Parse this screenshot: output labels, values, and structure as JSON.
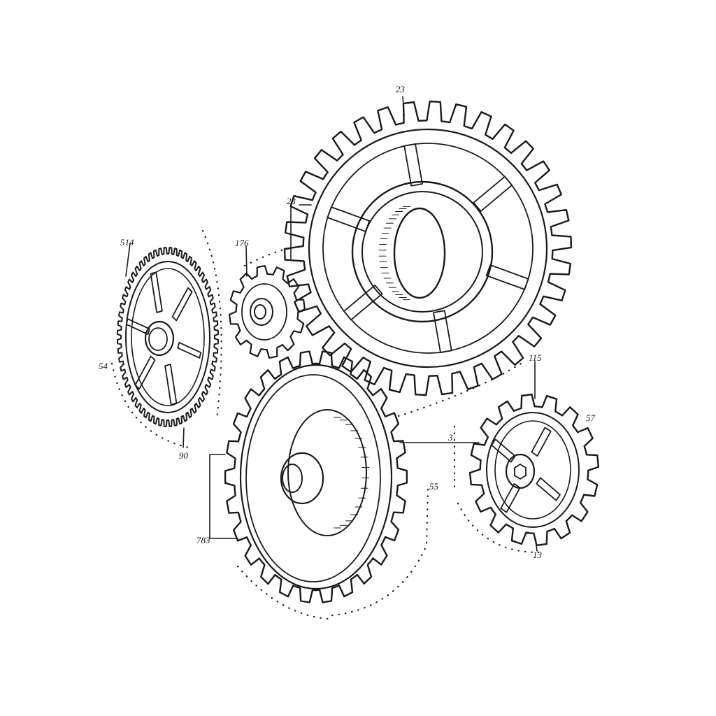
{
  "palette": {
    "ink": "#1a1a1a",
    "paper": "#ffffff"
  },
  "labels": {
    "top_large": "23",
    "upper_small_a": "23",
    "upper_small_b": "176",
    "left_top": "514",
    "left_mid": "54",
    "left_bottom": "90",
    "right_top": "115",
    "right_far": "57",
    "center_mid": "3",
    "center_right": "55",
    "bottom_left": "783",
    "bottom_right": "13"
  },
  "gears": [
    {
      "id": "large-top",
      "teeth": 34,
      "spokes": 6
    },
    {
      "id": "left-fine",
      "teeth": 60,
      "spokes": 6
    },
    {
      "id": "small-upper",
      "teeth": 12,
      "spokes": 0
    },
    {
      "id": "bottom-disc",
      "teeth": 26,
      "spokes": 0
    },
    {
      "id": "right-small",
      "teeth": 16,
      "spokes": 4
    }
  ]
}
